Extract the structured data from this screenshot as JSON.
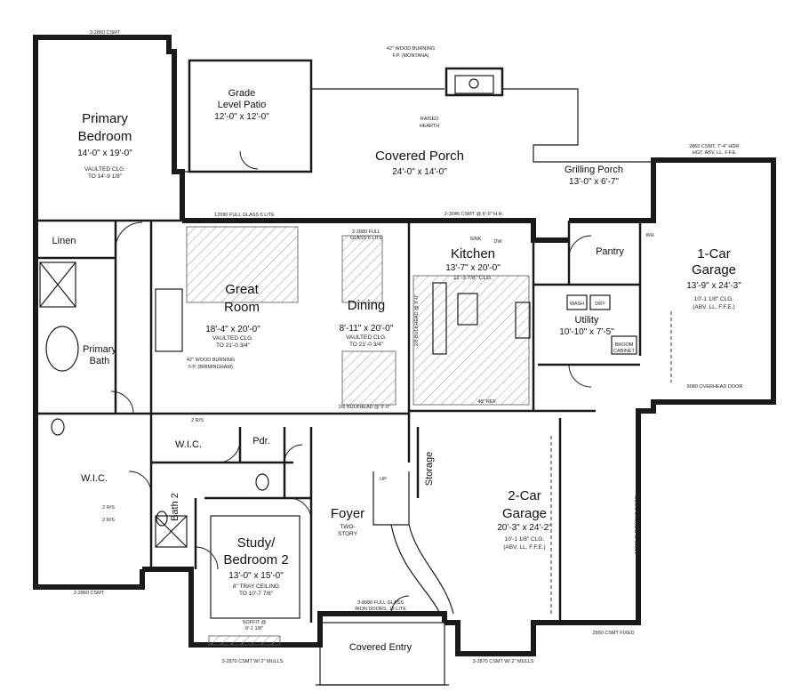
{
  "rooms": {
    "primary_bedroom": {
      "name1": "Primary",
      "name2": "Bedroom",
      "size": "14'-0\" x 19'-0\"",
      "note1": "VAULTED CLG.",
      "note2": "TO 14'-9 1/8\""
    },
    "patio": {
      "name1": "Grade",
      "name2": "Level Patio",
      "size": "12'-0\" x 12'-0\""
    },
    "covered_porch": {
      "name": "Covered Porch",
      "size": "24'-0\" x 14'-0\""
    },
    "grilling_porch": {
      "name": "Grilling Porch",
      "size": "13'-0\" x 6'-7\""
    },
    "one_car_garage": {
      "name1": "1-Car",
      "name2": "Garage",
      "size": "13'-9\" x 24'-3\"",
      "note1": "10'-1 1/8\" CLG.",
      "note2": "(ABV. LL. F.F.E.)"
    },
    "great_room": {
      "name1": "Great",
      "name2": "Room",
      "size": "18'-4\" x 20'-0\"",
      "note1": "VAULTED CLG.",
      "note2": "TO 21'-0 3/4\""
    },
    "dining": {
      "name": "Dining",
      "size": "8'-11\" x 20'-0\"",
      "note1": "VAULTED CLG.",
      "note2": "TO 21'-0 3/4\""
    },
    "kitchen": {
      "name": "Kitchen",
      "size": "13'-7\" x 20'-0\"",
      "note": "11'-3 7/8\" CLG."
    },
    "pantry": {
      "name": "Pantry"
    },
    "utility": {
      "name": "Utility",
      "size": "10'-10\" x 7'-5\""
    },
    "linen": {
      "name": "Linen"
    },
    "primary_bath": {
      "name1": "Primary",
      "name2": "Bath"
    },
    "wic_main": {
      "name": "W.I.C."
    },
    "wic_small": {
      "name": "W.I.C."
    },
    "pdr": {
      "name": "Pdr."
    },
    "bath2": {
      "name": "Bath 2"
    },
    "study": {
      "name1": "Study/",
      "name2": "Bedroom 2",
      "size": "13'-0\" x 15'-0\"",
      "note1": "8\" TRAY CEILING",
      "note2": "TO 10'-7 7/8\""
    },
    "foyer": {
      "name": "Foyer",
      "note1": "TWO-",
      "note2": "STORY"
    },
    "two_car_garage": {
      "name1": "2-Car",
      "name2": "Garage",
      "size": "20'-3\" x 24'-2\"",
      "note1": "10'-1 1/8\" CLG.",
      "note2": "(ABV. LL. F.F.E.)"
    },
    "covered_entry": {
      "name": "Covered Entry"
    },
    "storage": {
      "name": "Storage"
    }
  },
  "notes": {
    "top_window": "3-2860 CSMT",
    "fireplace_porch_1": "42\" WOOD BURNING",
    "fireplace_porch_2": "F.P. (MONTANA)",
    "raised_hearth_1": "RAISED",
    "raised_hearth_2": "HEARTH",
    "garage1_window_1": "2860 CSMT, 7'-4\" HDR.",
    "garage1_window_2": "HGT. ABV. LL. F.F.E.",
    "glass_lite_1": "12080 FULL GLASS 6 LITE",
    "glass_lite_2a": "2-2880 FULL",
    "glass_lite_2b": "GLASS 6 LITE",
    "dining_window": "2-3046 CSMT @ 6'-0\" H.H.",
    "fp_great_1": "42\" WOOD BURNING",
    "fp_great_2": "F.P. (BIRMINGHAM)",
    "bulkhead_dining": "2/6 BULKHEAD @ 9'-0\"",
    "bulkhead_kitchen": "2/6 BULKHEAD @ 9'-0\"",
    "ref": "48\" REF.",
    "overhead_door_1": "9080 OVERHEAD DOOR",
    "overhead_door_2": "16080 OVERHEAD DOOR",
    "entry_doors_1": "3-8080 FULL GLASS",
    "entry_doors_2": "IRON DOORS, 18 LITE",
    "front_window_left": "3-2870 CSMT W/ 2\" MULLS",
    "front_window_right": "3-2870 CSMT W/ 2\" MULLS",
    "garage2_window": "2860 CSMT FIXED",
    "bottom_left_window": "2-2860 CSMT",
    "soffit_1": "SOFFIT @",
    "soffit_2": "9'-1 1/8\"",
    "closet_label": "2 R/S",
    "sink": "SINK",
    "dw": "DW",
    "washer": "WASH",
    "dryer": "DRY",
    "broom_cabinet_1": "BROOM",
    "broom_cabinet_2": "CABINET",
    "up": "UP",
    "wh": "WH"
  }
}
